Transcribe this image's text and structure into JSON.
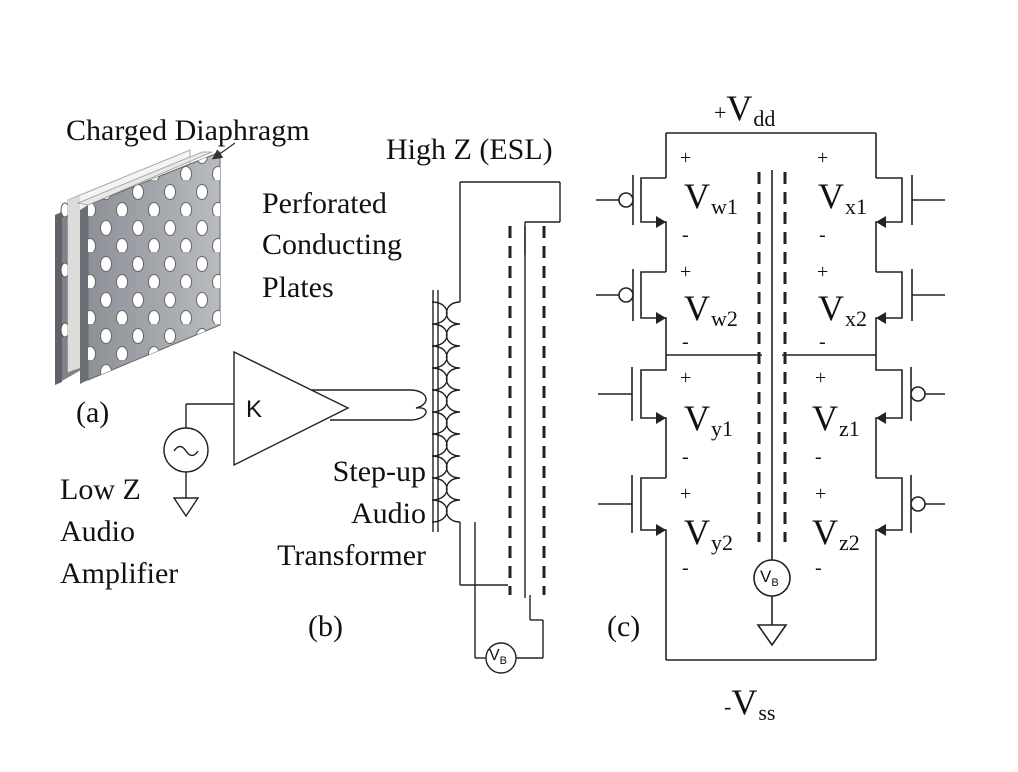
{
  "panel_a": {
    "title": "Charged Diaphragm",
    "plates_label": [
      "Perforated",
      "Conducting",
      "Plates"
    ],
    "tag": "(a)"
  },
  "panel_b": {
    "title": "High Z (ESL)",
    "amp_gain": "K",
    "amp_label": [
      "Low Z",
      "Audio",
      "Amplifier"
    ],
    "transformer_label": [
      "Step-up",
      "Audio",
      "Transformer"
    ],
    "bias": {
      "main": "V",
      "sub": "B"
    },
    "tag": "(b)"
  },
  "panel_c": {
    "vdd": {
      "prefix": "+",
      "main": "V",
      "sub": "dd"
    },
    "vss": {
      "prefix": "-",
      "main": "V",
      "sub": "ss"
    },
    "plus_sign": "+",
    "minus_sign": "-",
    "nodes": {
      "w1": {
        "main": "V",
        "sub": "w1"
      },
      "w2": {
        "main": "V",
        "sub": "w2"
      },
      "x1": {
        "main": "V",
        "sub": "x1"
      },
      "x2": {
        "main": "V",
        "sub": "x2"
      },
      "y1": {
        "main": "V",
        "sub": "y1"
      },
      "y2": {
        "main": "V",
        "sub": "y2"
      },
      "z1": {
        "main": "V",
        "sub": "z1"
      },
      "z2": {
        "main": "V",
        "sub": "z2"
      }
    },
    "bias": {
      "main": "V",
      "sub": "B"
    },
    "tag": "(c)"
  }
}
